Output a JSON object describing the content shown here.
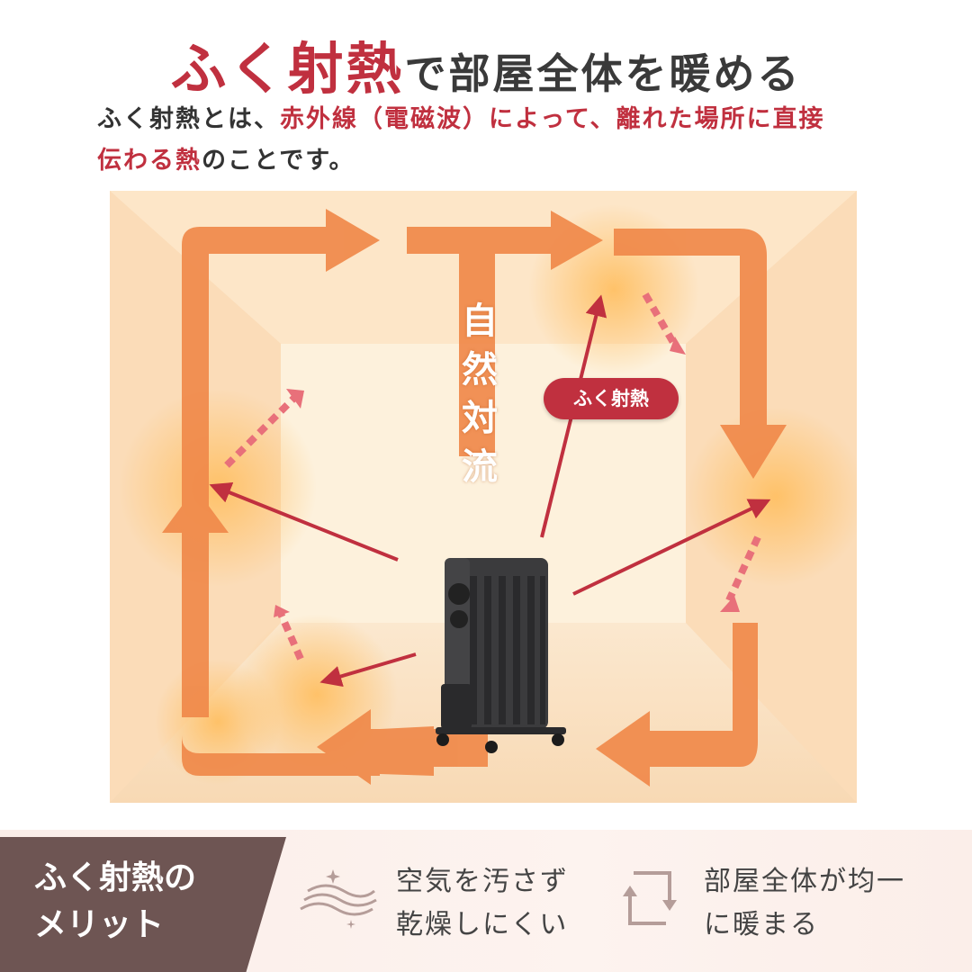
{
  "title": {
    "accent": "ふく射熱",
    "rest": "で部屋全体を暖める"
  },
  "subtitle": {
    "line1_a": "ふく射熱とは、",
    "line1_b": "赤外線（電磁波）によって、離れた場所に直接",
    "line2_a": "伝わる熱",
    "line2_b": "のことです。"
  },
  "diagram": {
    "convection_label": "自然対流",
    "radiant_label": "ふく射熱"
  },
  "merit": {
    "heading_line1": "ふく射熱の",
    "heading_line2": "メリット",
    "item1_line1": "空気を汚さず",
    "item1_line2": "乾燥しにくい",
    "item2_line1": "部屋全体が均一",
    "item2_line2": "に暖まる"
  },
  "colors": {
    "accent_red": "#c0303f",
    "arrow_orange": "#f0894a",
    "merit_box": "#6e5553"
  },
  "icons": [
    "air-wave-icon",
    "circulation-icon"
  ]
}
